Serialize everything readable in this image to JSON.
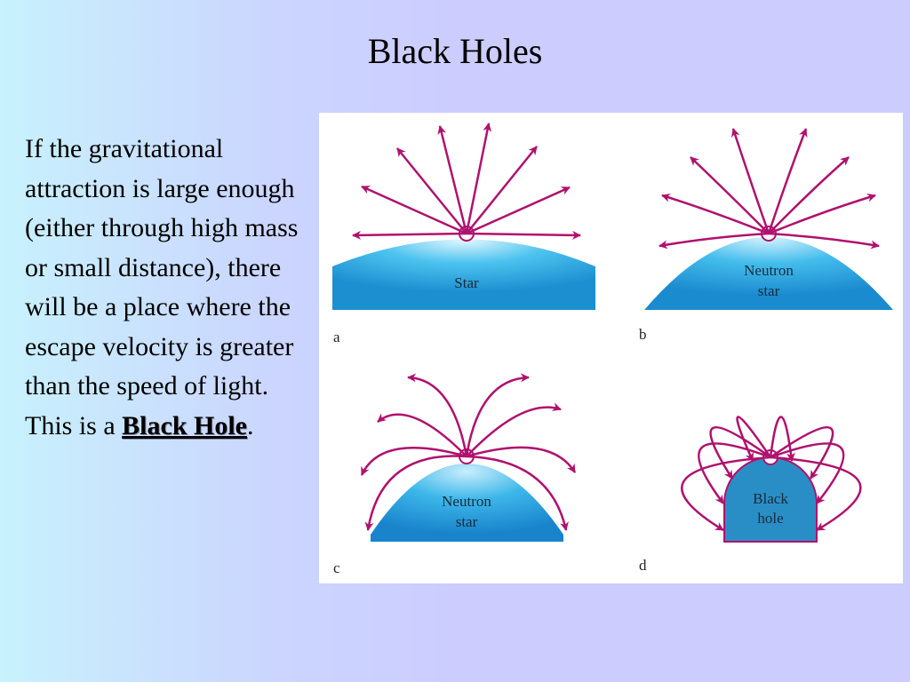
{
  "slide": {
    "title": "Black Holes",
    "body_text": "If the gravitational attraction is large enough (either through high mass or small distance), there will be a place where the escape velocity is greater than the speed of light.  This is a",
    "body_emphasis": "Black Hole",
    "body_end": "."
  },
  "figure": {
    "panels": [
      {
        "letter": "a",
        "object_lines": [
          "Star"
        ]
      },
      {
        "letter": "b",
        "object_lines": [
          "Neutron",
          "star"
        ]
      },
      {
        "letter": "c",
        "object_lines": [
          "Neutron",
          "star"
        ]
      },
      {
        "letter": "d",
        "object_lines": [
          "Black",
          "hole"
        ]
      }
    ],
    "colors": {
      "arrows": "#b0116e",
      "body_light": "#e6f8ff",
      "body_mid": "#4cc3ef",
      "body_dark": "#1c8fd1",
      "black_hole": "#2a8ec6"
    }
  }
}
